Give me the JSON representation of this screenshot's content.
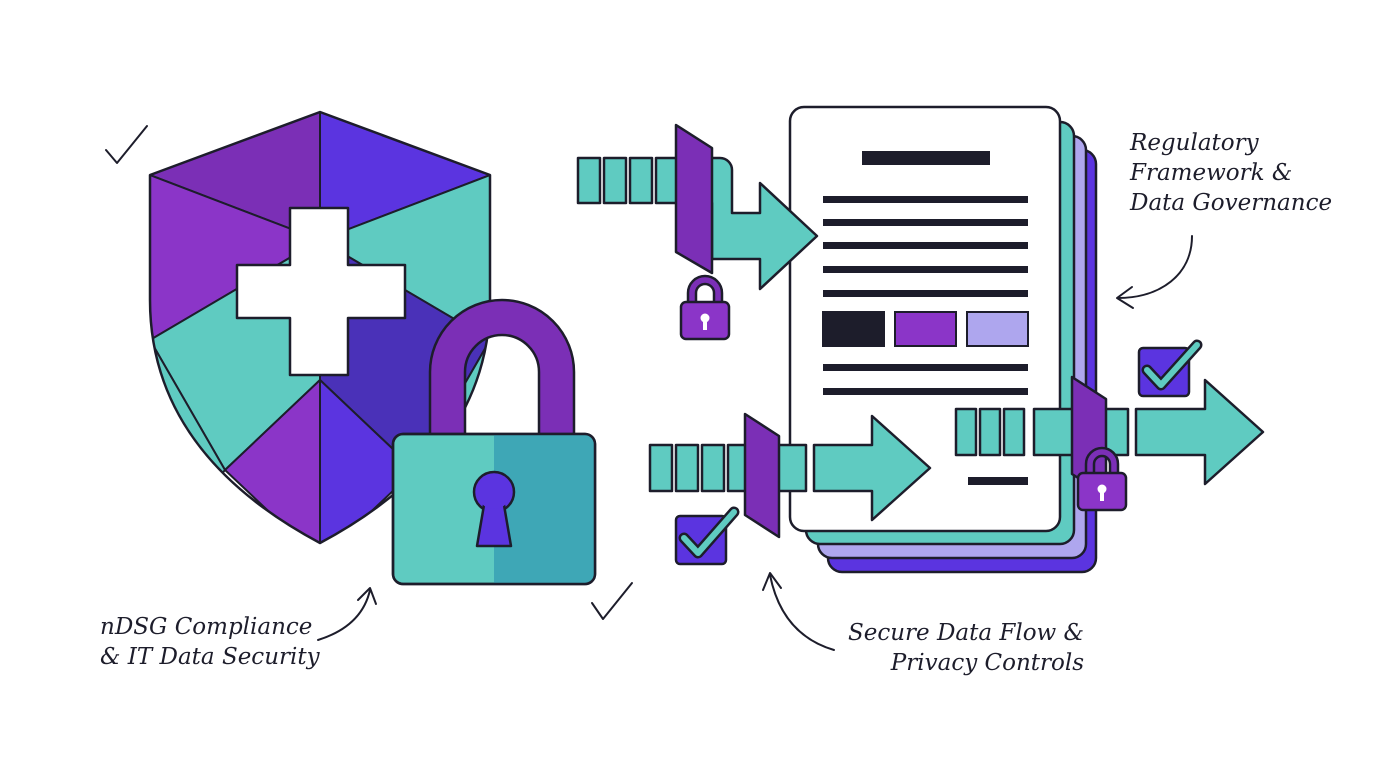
{
  "annotations": {
    "compliance": [
      "nDSG Compliance",
      "& IT Data Security"
    ],
    "governance": [
      "Regulatory",
      "Framework &",
      "Data Governance"
    ],
    "data_flow": [
      "Secure Data Flow &",
      "Privacy Controls"
    ]
  },
  "colors": {
    "teal": "#5fcbc1",
    "teal_dark": "#3ea7b6",
    "purple": "#7b2fb6",
    "violet": "#5b34e0",
    "indigo": "#4a31b8",
    "lavender": "#aea6ee",
    "ink": "#1d1d2b",
    "white": "#ffffff"
  },
  "icons": [
    "shield-icon",
    "medical-cross-icon",
    "padlock-icon",
    "document-stack-icon",
    "arrow-icon",
    "checkbox-check-icon",
    "checkmark-icon",
    "small-lock-icon"
  ]
}
